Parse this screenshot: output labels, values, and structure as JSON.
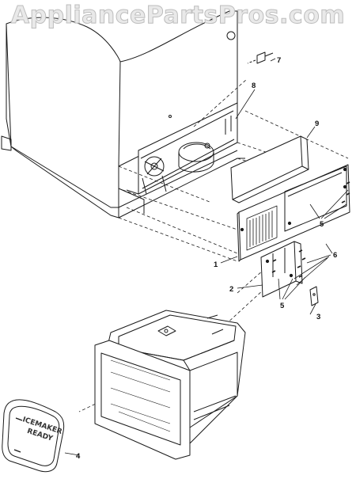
{
  "watermark": "AppliancePartsPros.com",
  "callouts": {
    "c1": "1",
    "c2": "2",
    "c3": "3",
    "c4": "4",
    "c5a": "5",
    "c5b": "5",
    "c6": "6",
    "c7": "7",
    "c8": "8",
    "c9": "9"
  },
  "cover_text": {
    "line1": "ICEMAKER",
    "line2": "READY"
  },
  "colors": {
    "line": "#1a1a1a",
    "watermark": "#bdbdbd"
  }
}
